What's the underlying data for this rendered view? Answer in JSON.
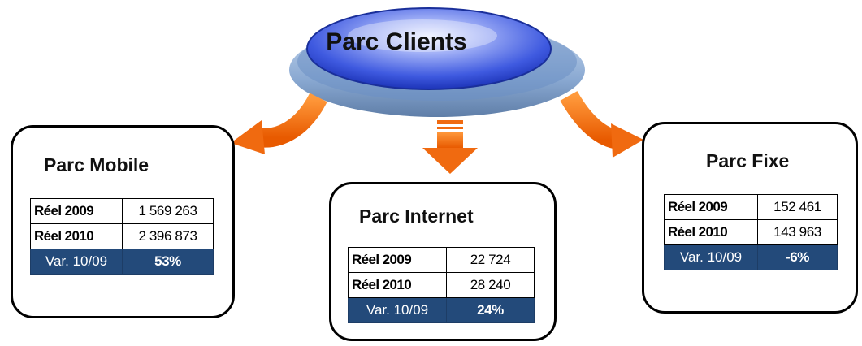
{
  "hub": {
    "title": "Parc Clients"
  },
  "colors": {
    "hub_fill": "#2f4fd8",
    "hub_rim": "#7fa3cf",
    "arrow": "#f06a10",
    "variation_row": "#234a7a"
  },
  "panels": [
    {
      "title": "Parc Mobile",
      "rows": [
        {
          "label": "Réel 2009",
          "value": "1 569 263"
        },
        {
          "label": "Réel 2010",
          "value": "2 396 873"
        }
      ],
      "variation": {
        "label": "Var. 10/09",
        "value": "53%"
      }
    },
    {
      "title": "Parc Internet",
      "rows": [
        {
          "label": "Réel 2009",
          "value": "22 724"
        },
        {
          "label": "Réel 2010",
          "value": "28 240"
        }
      ],
      "variation": {
        "label": "Var. 10/09",
        "value": "24%"
      }
    },
    {
      "title": "Parc Fixe",
      "rows": [
        {
          "label": "Réel 2009",
          "value": "152 461"
        },
        {
          "label": "Réel 2010",
          "value": "143 963"
        }
      ],
      "variation": {
        "label": "Var. 10/09",
        "value": "-6%"
      }
    }
  ]
}
